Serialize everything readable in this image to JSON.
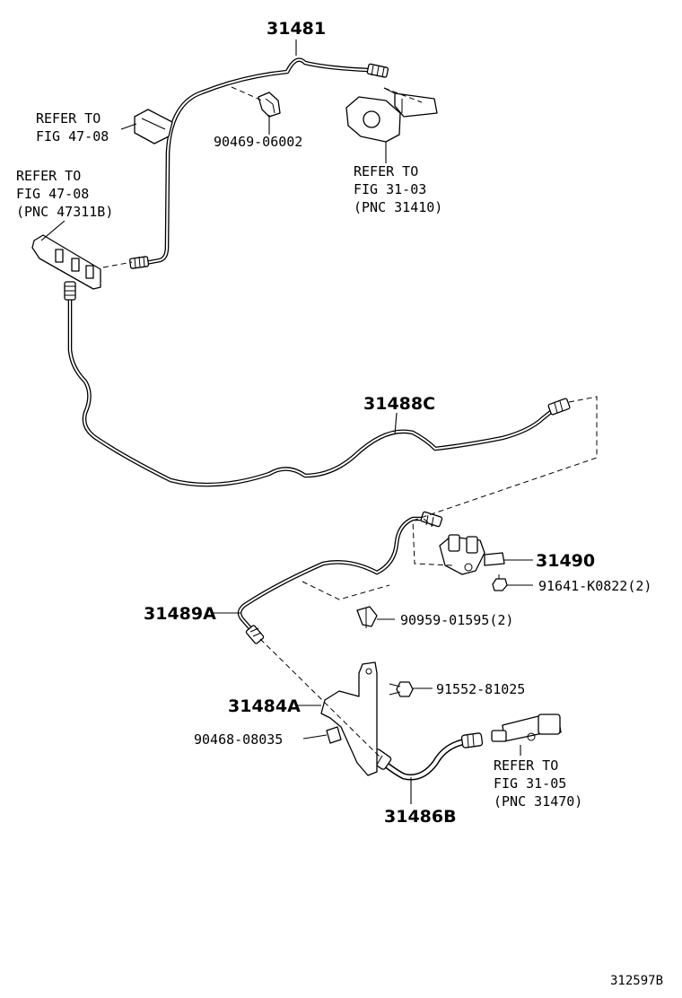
{
  "labels": {
    "p31481": "31481",
    "p90469": "90469-06002",
    "ref_top_left": [
      "REFER TO",
      "FIG 47-08"
    ],
    "ref_mid_left": [
      "REFER TO",
      "FIG 47-08",
      "(PNC 47311B)"
    ],
    "ref_master": [
      "REFER TO",
      "FIG 31-03",
      "(PNC 31410)"
    ],
    "p31488c": "31488C",
    "p31490": "31490",
    "p91641": "91641-K0822(2)",
    "p31489a": "31489A",
    "p90959": "90959-01595(2)",
    "p91552": "91552-81025",
    "p31484a": "31484A",
    "p90468": "90468-08035",
    "ref_slave": [
      "REFER TO",
      "FIG 31-05",
      "(PNC 31470)"
    ],
    "p31486b": "31486B",
    "diagram_code": "312597B"
  }
}
